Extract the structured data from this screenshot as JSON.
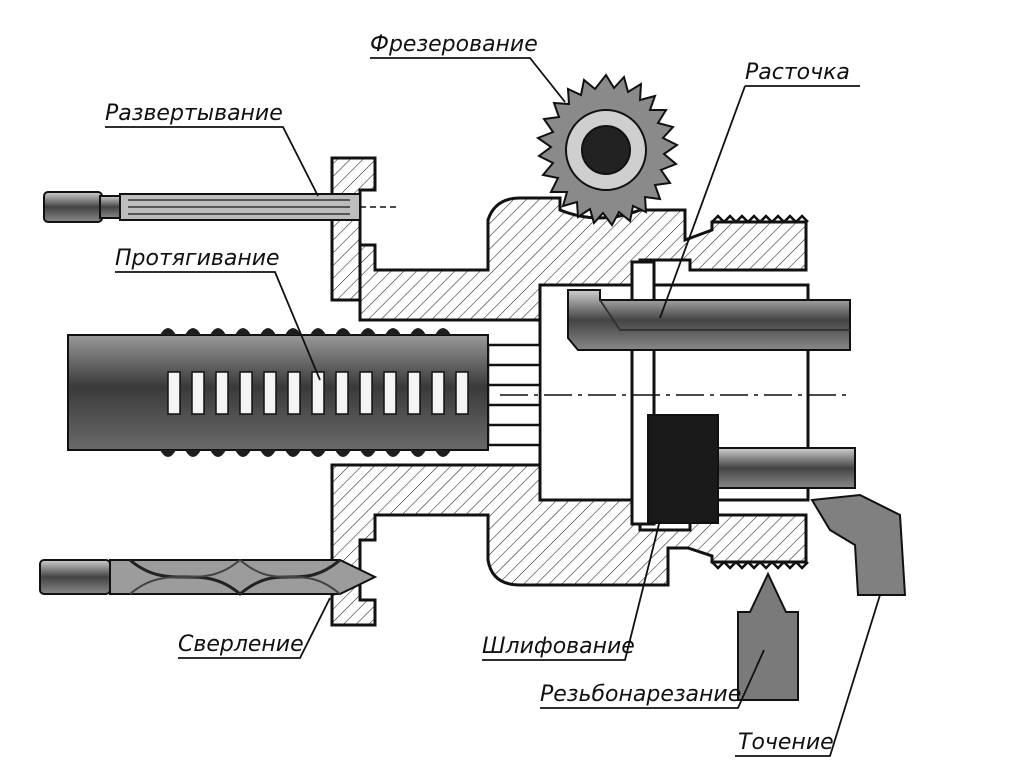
{
  "labels": {
    "milling": "Фрезерование",
    "boring": "Расточка",
    "reaming": "Развертывание",
    "broaching": "Протягивание",
    "drilling": "Сверление",
    "grinding": "Шлифование",
    "threading": "Резьбонарезание",
    "turning": "Точение"
  },
  "colors": {
    "ink": "#111111",
    "tool_dark": "#2a2a2a",
    "tool_mid": "#6d6d6d",
    "hatch": "#222222",
    "paper": "#ffffff"
  }
}
